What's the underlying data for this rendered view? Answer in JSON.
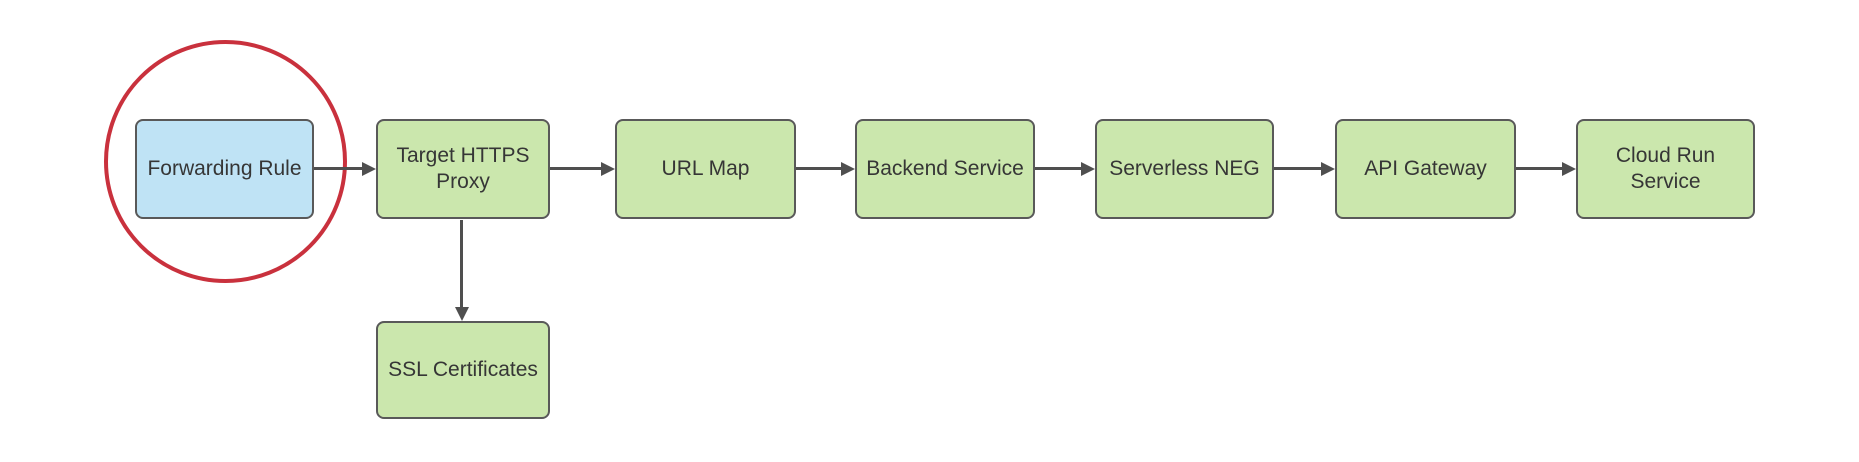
{
  "diagram": {
    "nodes": [
      {
        "id": "forwarding-rule",
        "label": "Forwarding Rule",
        "fill": "#bfe3f5",
        "shape": "rounded-rect",
        "highlighted": true
      },
      {
        "id": "target-https-proxy",
        "label": "Target HTTPS Proxy",
        "fill": "#cbe7ad",
        "shape": "rounded-rect"
      },
      {
        "id": "url-map",
        "label": "URL Map",
        "fill": "#cbe7ad",
        "shape": "rounded-rect"
      },
      {
        "id": "backend-service",
        "label": "Backend Service",
        "fill": "#cbe7ad",
        "shape": "rounded-rect"
      },
      {
        "id": "serverless-neg",
        "label": "Serverless NEG",
        "fill": "#cbe7ad",
        "shape": "rounded-rect"
      },
      {
        "id": "api-gateway",
        "label": "API Gateway",
        "fill": "#cbe7ad",
        "shape": "rounded-rect"
      },
      {
        "id": "cloud-run-service",
        "label": "Cloud Run Service",
        "fill": "#cbe7ad",
        "shape": "rounded-rect"
      },
      {
        "id": "ssl-certificates",
        "label": "SSL Certificates",
        "fill": "#cbe7ad",
        "shape": "rounded-rect"
      }
    ],
    "edges": [
      {
        "from": "forwarding-rule",
        "to": "target-https-proxy",
        "direction": "right"
      },
      {
        "from": "target-https-proxy",
        "to": "url-map",
        "direction": "right"
      },
      {
        "from": "url-map",
        "to": "backend-service",
        "direction": "right"
      },
      {
        "from": "backend-service",
        "to": "serverless-neg",
        "direction": "right"
      },
      {
        "from": "serverless-neg",
        "to": "api-gateway",
        "direction": "right"
      },
      {
        "from": "api-gateway",
        "to": "cloud-run-service",
        "direction": "right"
      },
      {
        "from": "target-https-proxy",
        "to": "ssl-certificates",
        "direction": "down"
      }
    ],
    "annotations": [
      {
        "type": "ellipse",
        "around": "forwarding-rule",
        "stroke": "#c9313d"
      }
    ],
    "colors": {
      "node_fill_green": "#cbe7ad",
      "node_fill_blue": "#bfe3f5",
      "node_border": "#595959",
      "edge": "#4f4f4f",
      "highlight_ellipse": "#c9313d",
      "text": "#363636",
      "background": "#ffffff"
    }
  }
}
